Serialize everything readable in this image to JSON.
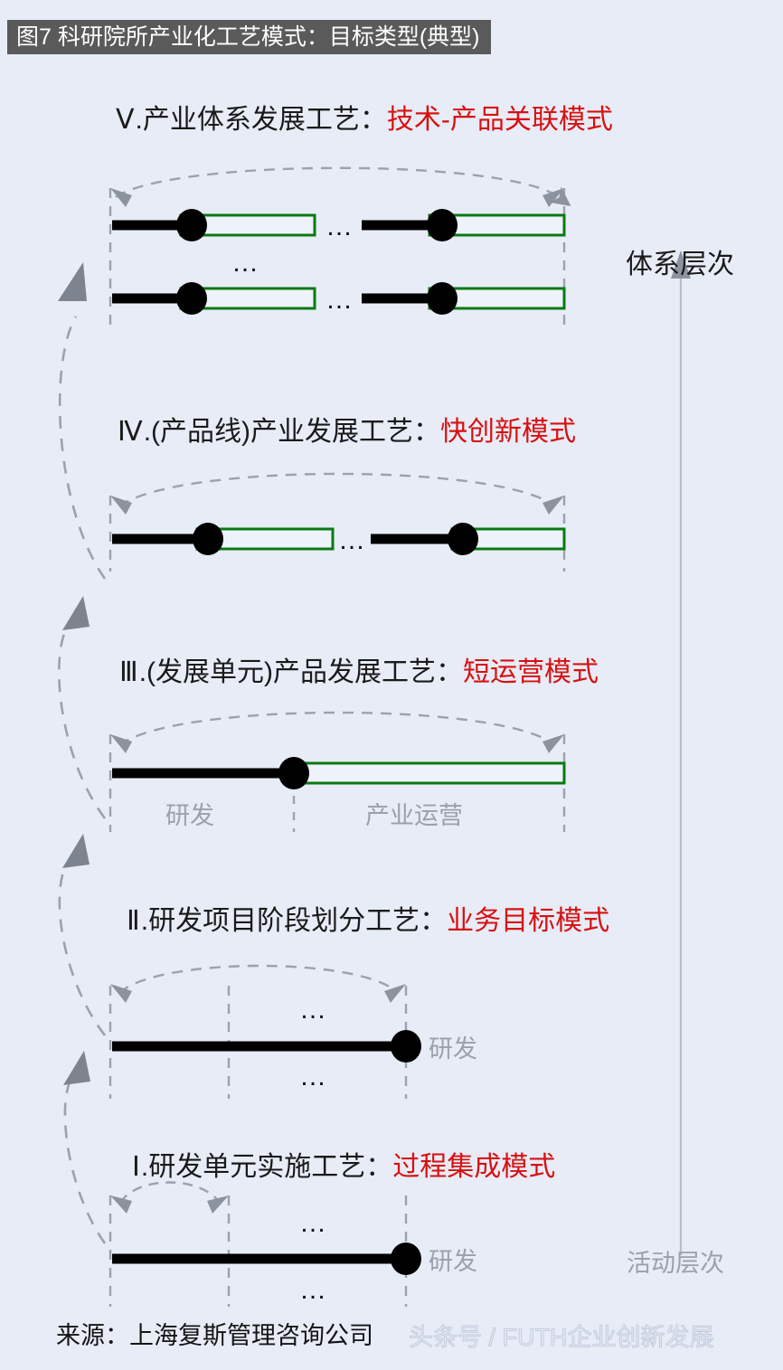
{
  "figure": {
    "banner_title": "图7 科研院所产业化工艺模式：目标类型(典型)",
    "background_color": "#e7ecf7",
    "banner_color": "#5a5a5a",
    "accent_color": "#d81010",
    "rd_color": "#000000",
    "industry_color": "#0a7a12",
    "axis_color": "#9aa0ac"
  },
  "axis": {
    "top_label": "体系层次",
    "bottom_label": "活动层次"
  },
  "levels": [
    {
      "roman": "Ⅴ",
      "dot": ".",
      "title": "产业体系发展工艺：",
      "mode": "技术-产品关联模式",
      "rows": 2,
      "segments_per_row": 2,
      "row_gap_ellipsis": "…",
      "segment_gap_ellipsis": "…"
    },
    {
      "roman": "Ⅳ",
      "dot": ".",
      "title": "(产品线)产业发展工艺：",
      "mode": "快创新模式",
      "rows": 1,
      "segments_per_row": 2,
      "segment_gap_ellipsis": "…"
    },
    {
      "roman": "Ⅲ",
      "dot": ".",
      "title": "(发展单元)产品发展工艺：",
      "mode": "短运营模式",
      "rows": 1,
      "segments_per_row": 1,
      "phase_labels": [
        "研发",
        "产业运营"
      ]
    },
    {
      "roman": "Ⅱ",
      "dot": ".",
      "title": "研发项目阶段划分工艺：",
      "mode": "业务目标模式",
      "rows": 1,
      "end_label": "研发",
      "above_ellipsis": "…",
      "below_ellipsis": "…"
    },
    {
      "roman": "Ⅰ",
      "dot": ".",
      "title": "研发单元实施工艺：",
      "mode": "过程集成模式",
      "rows": 1,
      "end_label": "研发",
      "above_ellipsis": "…",
      "below_ellipsis": "…"
    }
  ],
  "footer": {
    "source": "来源：上海复斯管理咨询公司",
    "watermark": "头条号 / FUTH企业创新发展"
  }
}
